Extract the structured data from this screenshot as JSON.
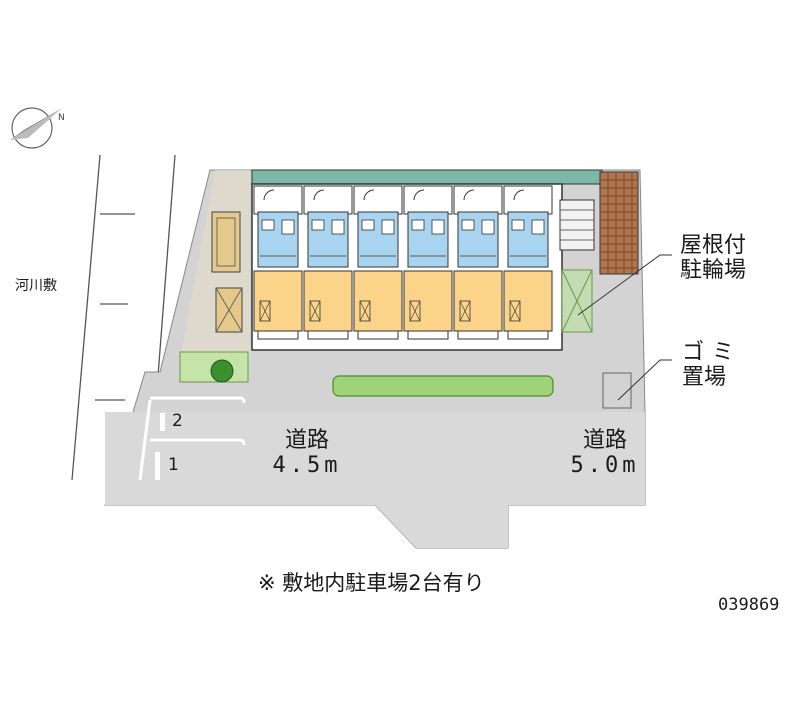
{
  "labels": {
    "river_bank": "河川敷",
    "bike_parking_line1": "屋根付",
    "bike_parking_line2": "駐輪場",
    "garbage_line1": "ゴミ",
    "garbage_line2": "置場",
    "road_left_name": "道路",
    "road_left_width": "4.5m",
    "road_right_name": "道路",
    "road_right_width": "5.0m",
    "parking_slot_1": "1",
    "parking_slot_2": "2",
    "note": "※ 敷地内駐車場2台有り",
    "property_id": "039869"
  },
  "compass": {
    "north_letter": "N"
  },
  "units": {
    "count": 6
  },
  "colors": {
    "ground": "#d3d3d3",
    "building_outline": "#333333",
    "wet_area_blue": "#a8d4f0",
    "room_orange": "#fbd48a",
    "roof_teal": "#7db7a6",
    "hedge_green": "#9fd37a",
    "bike_roof_brown": "#b0744e",
    "bike_area_green": "#c3dcb1",
    "text": "#1a1a1a"
  }
}
